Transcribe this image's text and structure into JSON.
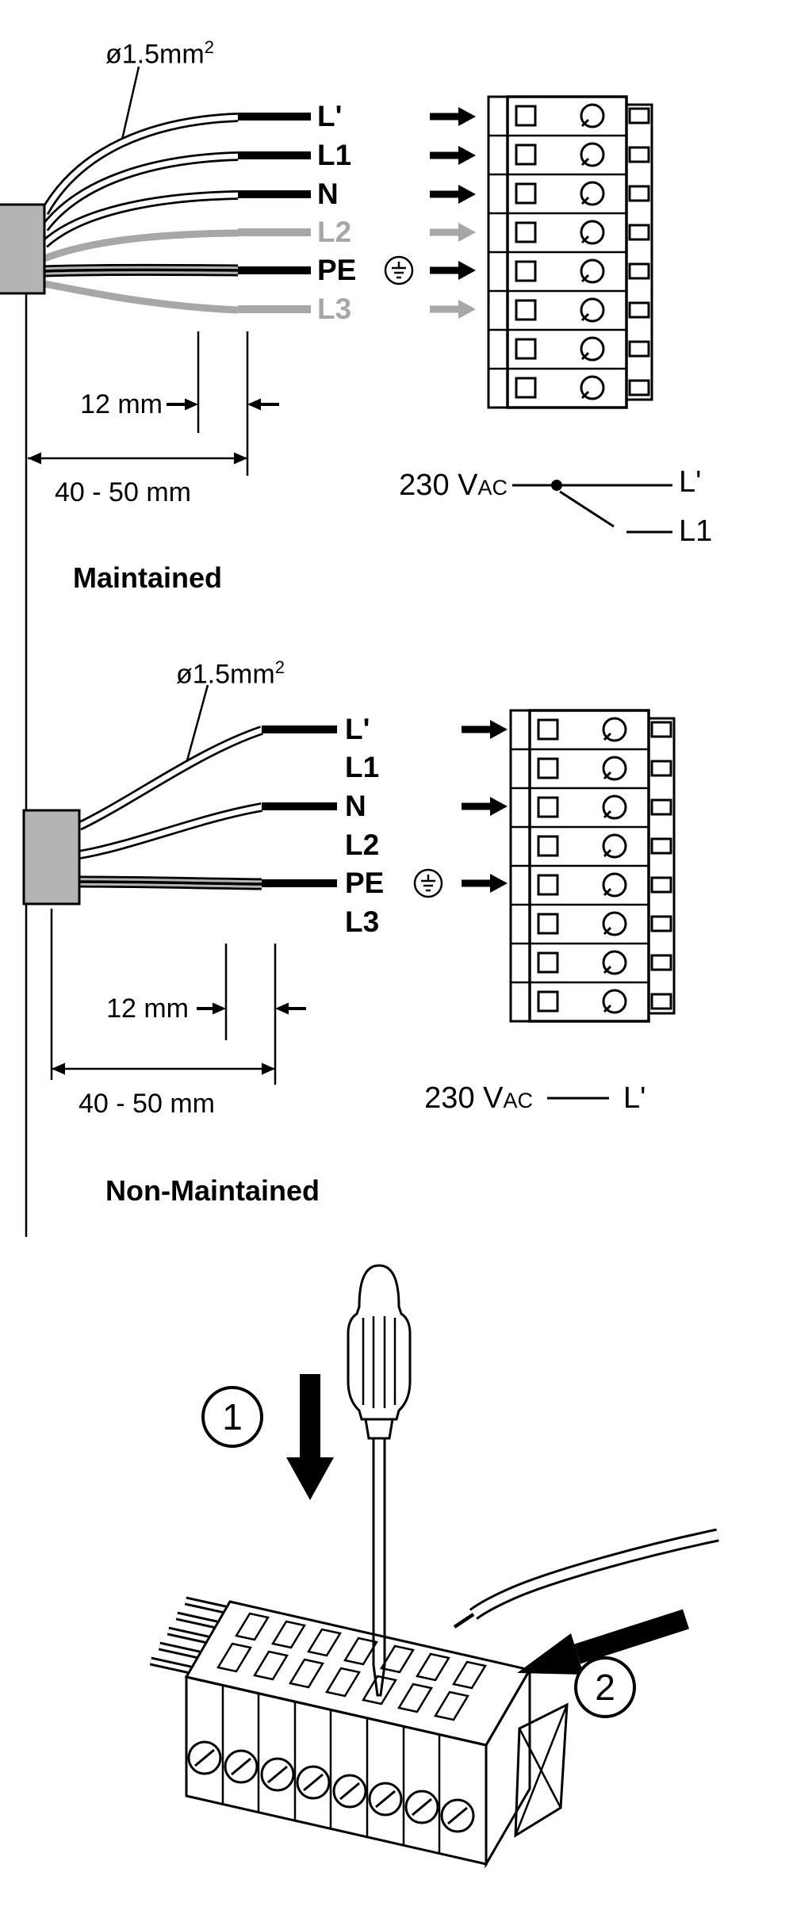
{
  "colors": {
    "black": "#000000",
    "gray_wire": "#a7a7a7",
    "sheath": "#b4b4b4",
    "background": "#ffffff"
  },
  "maintained": {
    "title": "Maintained",
    "gauge": {
      "text": "ø1.5mm",
      "sup": "2"
    },
    "terminals": [
      {
        "label": "L'",
        "color": "black",
        "wired": true
      },
      {
        "label": "L1",
        "color": "black",
        "wired": true
      },
      {
        "label": "N",
        "color": "black",
        "wired": true
      },
      {
        "label": "L2",
        "color": "gray",
        "wired": true
      },
      {
        "label": "PE",
        "color": "black",
        "wired": true,
        "earth_symbol": true
      },
      {
        "label": "L3",
        "color": "gray",
        "wired": true
      }
    ],
    "dimensions": {
      "strip": "12 mm",
      "overall": "40 - 50 mm"
    },
    "supply": {
      "voltage": "230 V",
      "voltage_sub": "AC",
      "line1": "L'",
      "line2": "L1",
      "switched": true
    }
  },
  "non_maintained": {
    "title": "Non-Maintained",
    "gauge": {
      "text": "ø1.5mm",
      "sup": "2"
    },
    "terminals": [
      {
        "label": "L'",
        "color": "black",
        "wired": true
      },
      {
        "label": "L1",
        "color": "black",
        "wired": false
      },
      {
        "label": "N",
        "color": "black",
        "wired": true
      },
      {
        "label": "L2",
        "color": "black",
        "wired": false
      },
      {
        "label": "PE",
        "color": "black",
        "wired": true,
        "earth_symbol": true
      },
      {
        "label": "L3",
        "color": "black",
        "wired": false
      }
    ],
    "dimensions": {
      "strip": "12 mm",
      "overall": "40 - 50 mm"
    },
    "supply": {
      "voltage": "230 V",
      "voltage_sub": "AC",
      "line1": "L'",
      "switched": false
    }
  },
  "steps": {
    "one": "1",
    "two": "2"
  }
}
